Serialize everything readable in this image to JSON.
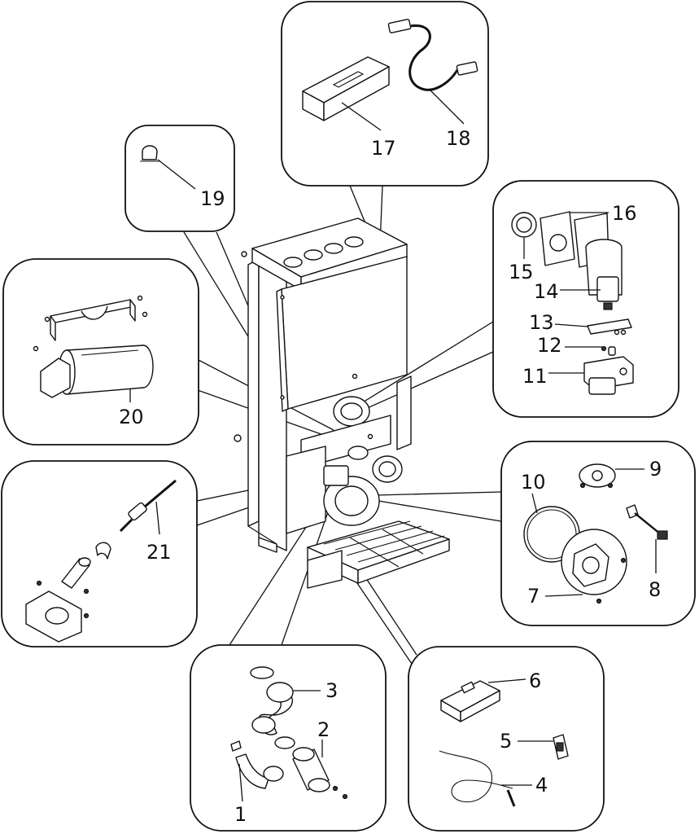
{
  "diagram": {
    "labels": {
      "p1": "1",
      "p2": "2",
      "p3": "3",
      "p4": "4",
      "p5": "5",
      "p6": "6",
      "p7": "7",
      "p8": "8",
      "p9": "9",
      "p10": "10",
      "p11": "11",
      "p12": "12",
      "p13": "13",
      "p14": "14",
      "p15": "15",
      "p16": "16",
      "p17": "17",
      "p18": "18",
      "p19": "19",
      "p20": "20",
      "p21": "21"
    },
    "colors": {
      "line": "#111111",
      "background": "#ffffff"
    }
  }
}
